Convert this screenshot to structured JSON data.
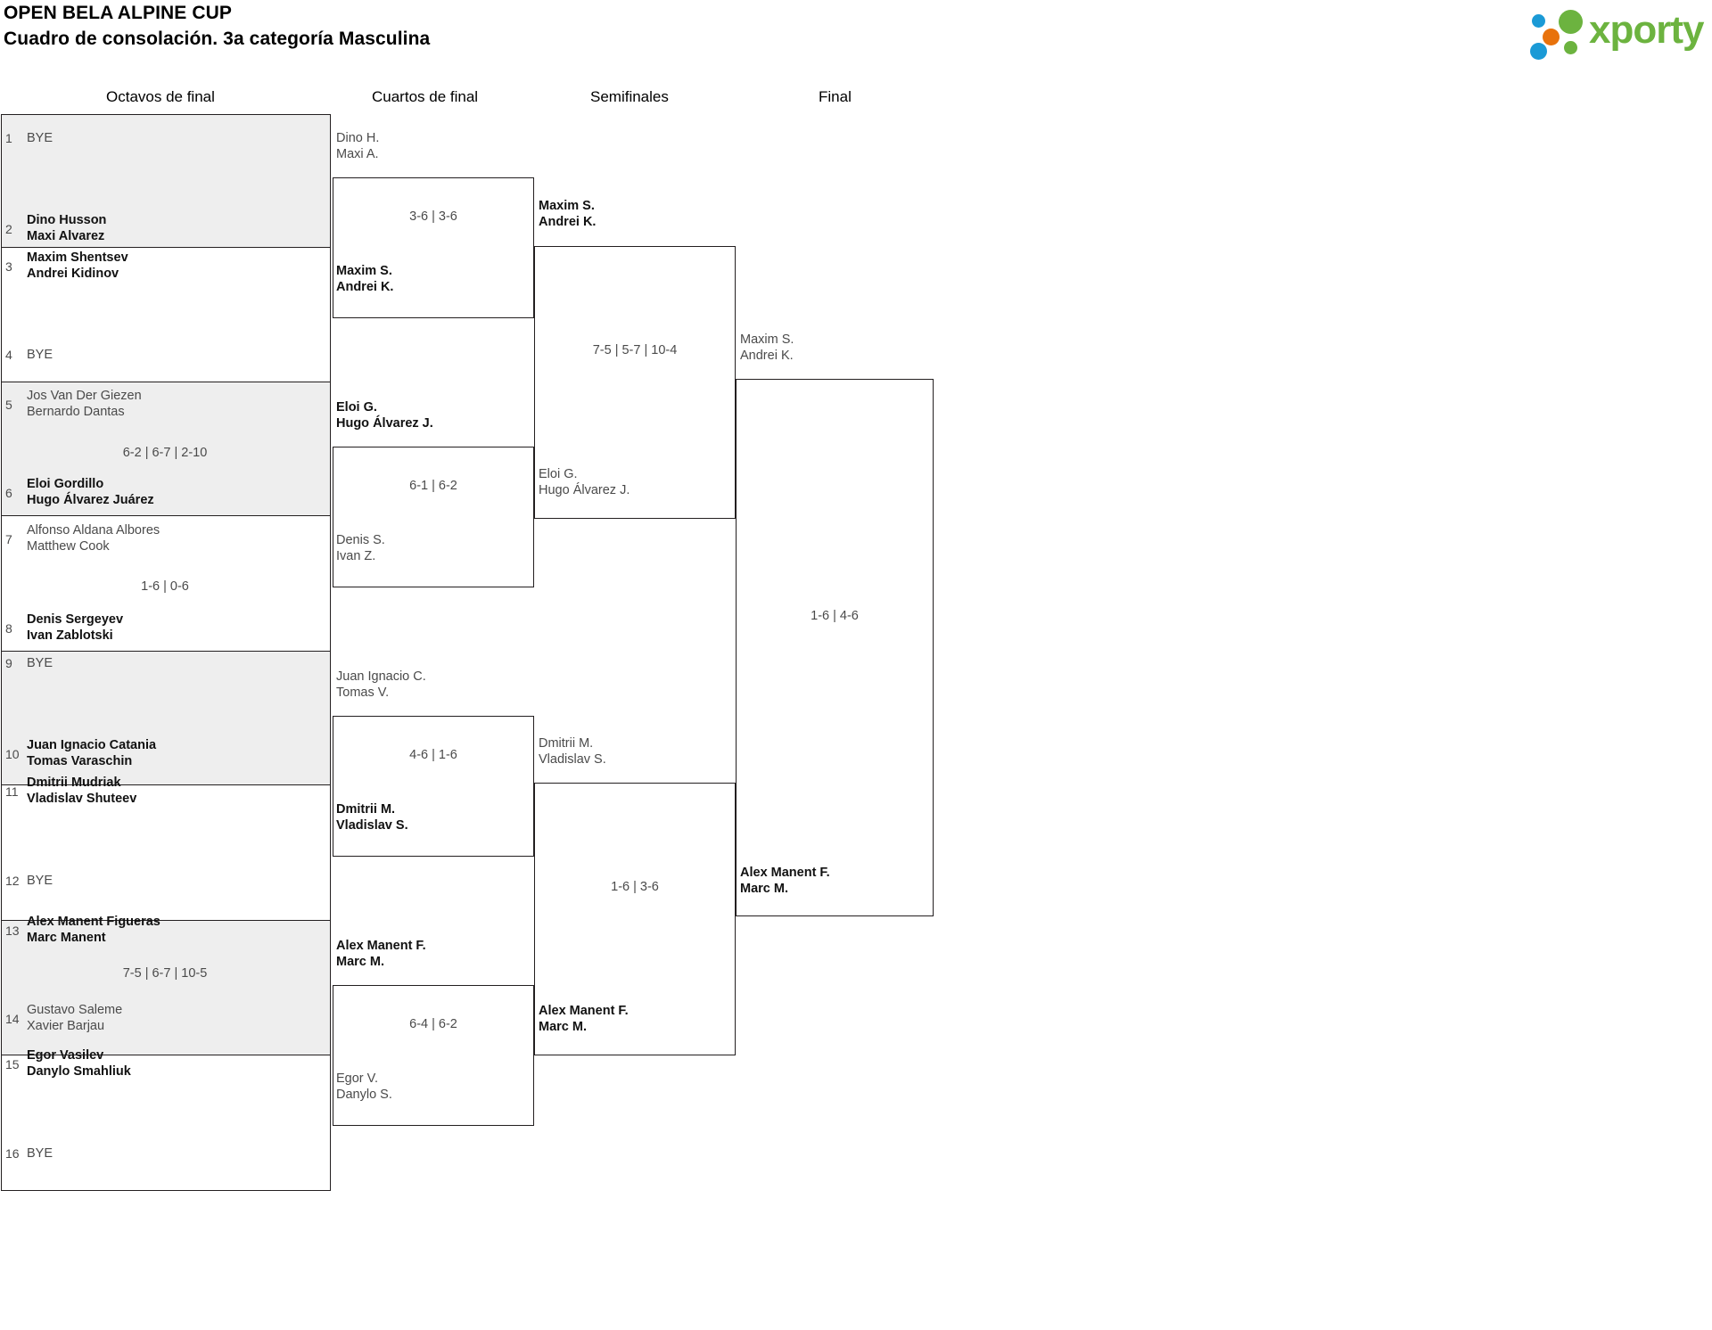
{
  "header": {
    "title_line1": "OPEN BELA ALPINE CUP",
    "title_line2": "Cuadro de consolación. 3a categoría Masculina",
    "logo_text": "xporty",
    "logo_colors": {
      "green": "#6cb33f",
      "blue": "#1b9ad6",
      "orange": "#e8720c"
    }
  },
  "rounds": [
    {
      "id": "octavos",
      "label": "Octavos de final"
    },
    {
      "id": "cuartos",
      "label": "Cuartos de final"
    },
    {
      "id": "semis",
      "label": "Semifinales"
    },
    {
      "id": "final",
      "label": "Final"
    }
  ],
  "bye_label": "BYE",
  "round1": {
    "slots": [
      {
        "seed": "1",
        "bye": true,
        "line1": "BYE",
        "line2": "",
        "winner": false
      },
      {
        "seed": "2",
        "bye": false,
        "line1": "Dino Husson",
        "line2": "Maxi Alvarez",
        "winner": true
      },
      {
        "seed": "3",
        "bye": false,
        "line1": "Maxim Shentsev",
        "line2": "Andrei Kidinov",
        "winner": true
      },
      {
        "seed": "4",
        "bye": true,
        "line1": "BYE",
        "line2": "",
        "winner": false
      },
      {
        "seed": "5",
        "bye": false,
        "line1": "Jos Van Der Giezen",
        "line2": "Bernardo Dantas",
        "winner": false
      },
      {
        "seed": "6",
        "bye": false,
        "line1": "Eloi Gordillo",
        "line2": "Hugo Álvarez Juárez",
        "winner": true
      },
      {
        "seed": "7",
        "bye": false,
        "line1": "Alfonso Aldana Albores",
        "line2": "Matthew Cook",
        "winner": false
      },
      {
        "seed": "8",
        "bye": false,
        "line1": "Denis Sergeyev",
        "line2": "Ivan Zablotski",
        "winner": true
      },
      {
        "seed": "9",
        "bye": true,
        "line1": "BYE",
        "line2": "",
        "winner": false
      },
      {
        "seed": "10",
        "bye": false,
        "line1": "Juan Ignacio Catania",
        "line2": "Tomas Varaschin",
        "winner": true
      },
      {
        "seed": "11",
        "bye": false,
        "line1": "Dmitrii Mudriak",
        "line2": "Vladislav Shuteev",
        "winner": true
      },
      {
        "seed": "12",
        "bye": true,
        "line1": "BYE",
        "line2": "",
        "winner": false
      },
      {
        "seed": "13",
        "bye": false,
        "line1": "Alex Manent Figueras",
        "line2": "Marc Manent",
        "winner": true
      },
      {
        "seed": "14",
        "bye": false,
        "line1": "Gustavo Saleme",
        "line2": "Xavier Barjau",
        "winner": false
      },
      {
        "seed": "15",
        "bye": false,
        "line1": "Egor Vasilev",
        "line2": "Danylo Smahliuk",
        "winner": true
      },
      {
        "seed": "16",
        "bye": true,
        "line1": "BYE",
        "line2": "",
        "winner": false
      }
    ],
    "scores": [
      "",
      "6-2 | 6-7 | 2-10",
      "1-6 | 0-6",
      "",
      "7-5 | 6-7 | 10-5",
      ""
    ]
  },
  "round2": {
    "matches": [
      {
        "score": "3-6 | 3-6",
        "top": {
          "line1": "Dino H.",
          "line2": "Maxi A.",
          "winner": false
        },
        "bottom": {
          "line1": "Maxim S.",
          "line2": "Andrei K.",
          "winner": true
        }
      },
      {
        "score": "6-1 | 6-2",
        "top": {
          "line1": "Eloi G.",
          "line2": "Hugo Álvarez J.",
          "winner": true
        },
        "bottom": {
          "line1": "Denis S.",
          "line2": "Ivan Z.",
          "winner": false
        }
      },
      {
        "score": "4-6 | 1-6",
        "top": {
          "line1": "Juan Ignacio C.",
          "line2": "Tomas V.",
          "winner": false
        },
        "bottom": {
          "line1": "Dmitrii M.",
          "line2": "Vladislav S.",
          "winner": true
        }
      },
      {
        "score": "6-4 | 6-2",
        "top": {
          "line1": "Alex Manent F.",
          "line2": "Marc M.",
          "winner": true
        },
        "bottom": {
          "line1": "Egor V.",
          "line2": "Danylo S.",
          "winner": false
        }
      }
    ]
  },
  "round3": {
    "matches": [
      {
        "score": "7-5 | 5-7 | 10-4",
        "top": {
          "line1": "Maxim S.",
          "line2": "Andrei K.",
          "winner": true
        },
        "bottom": {
          "line1": "Eloi G.",
          "line2": "Hugo Álvarez J.",
          "winner": false
        }
      },
      {
        "score": "1-6 | 3-6",
        "top": {
          "line1": "Dmitrii M.",
          "line2": "Vladislav S.",
          "winner": false
        },
        "bottom": {
          "line1": "Alex Manent F.",
          "line2": "Marc M.",
          "winner": true
        }
      }
    ]
  },
  "round4": {
    "matches": [
      {
        "score": "1-6 | 4-6",
        "top": {
          "line1": "Maxim S.",
          "line2": "Andrei K.",
          "winner": false
        },
        "bottom": {
          "line1": "Alex Manent F.",
          "line2": "Marc M.",
          "winner": true
        }
      }
    ]
  }
}
